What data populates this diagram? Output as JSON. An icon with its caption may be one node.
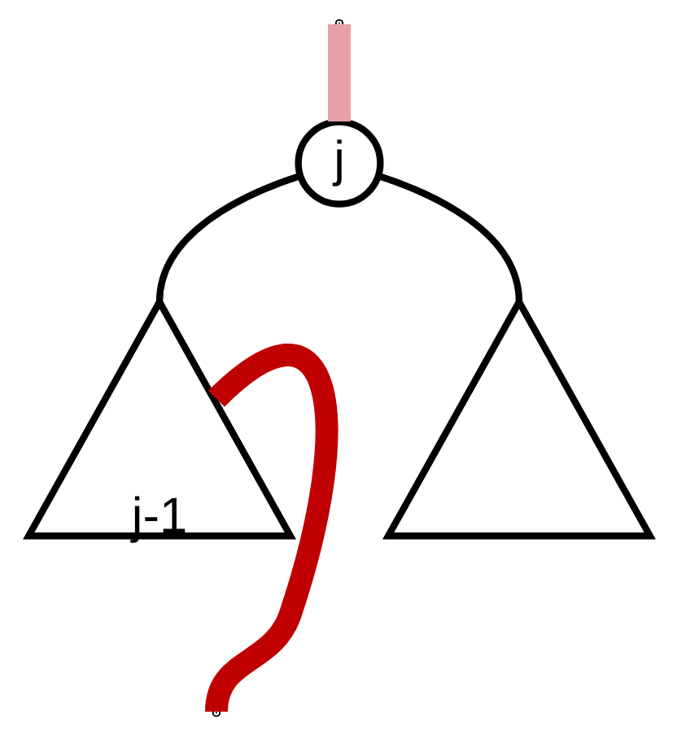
{
  "diagram": {
    "nodes": [
      {
        "text": [
          "j"
        ]
      },
      {
        "text": [
          "j-1"
        ]
      },
      {
        "text": [],
        "shape": "triangle"
      }
    ],
    "edges": [
      {
        "from": 0,
        "to": 1,
        "arrow": "none"
      },
      {
        "from": 0,
        "to": 2,
        "arrow": "none"
      },
      {
        "from": 0,
        "to": null,
        "arrow": "none",
        "style": "thick",
        "color": "#e8a0a8"
      },
      {
        "from": 1,
        "to": null,
        "arrow": "none",
        "style": "thick",
        "color": "#c00000"
      }
    ]
  }
}
